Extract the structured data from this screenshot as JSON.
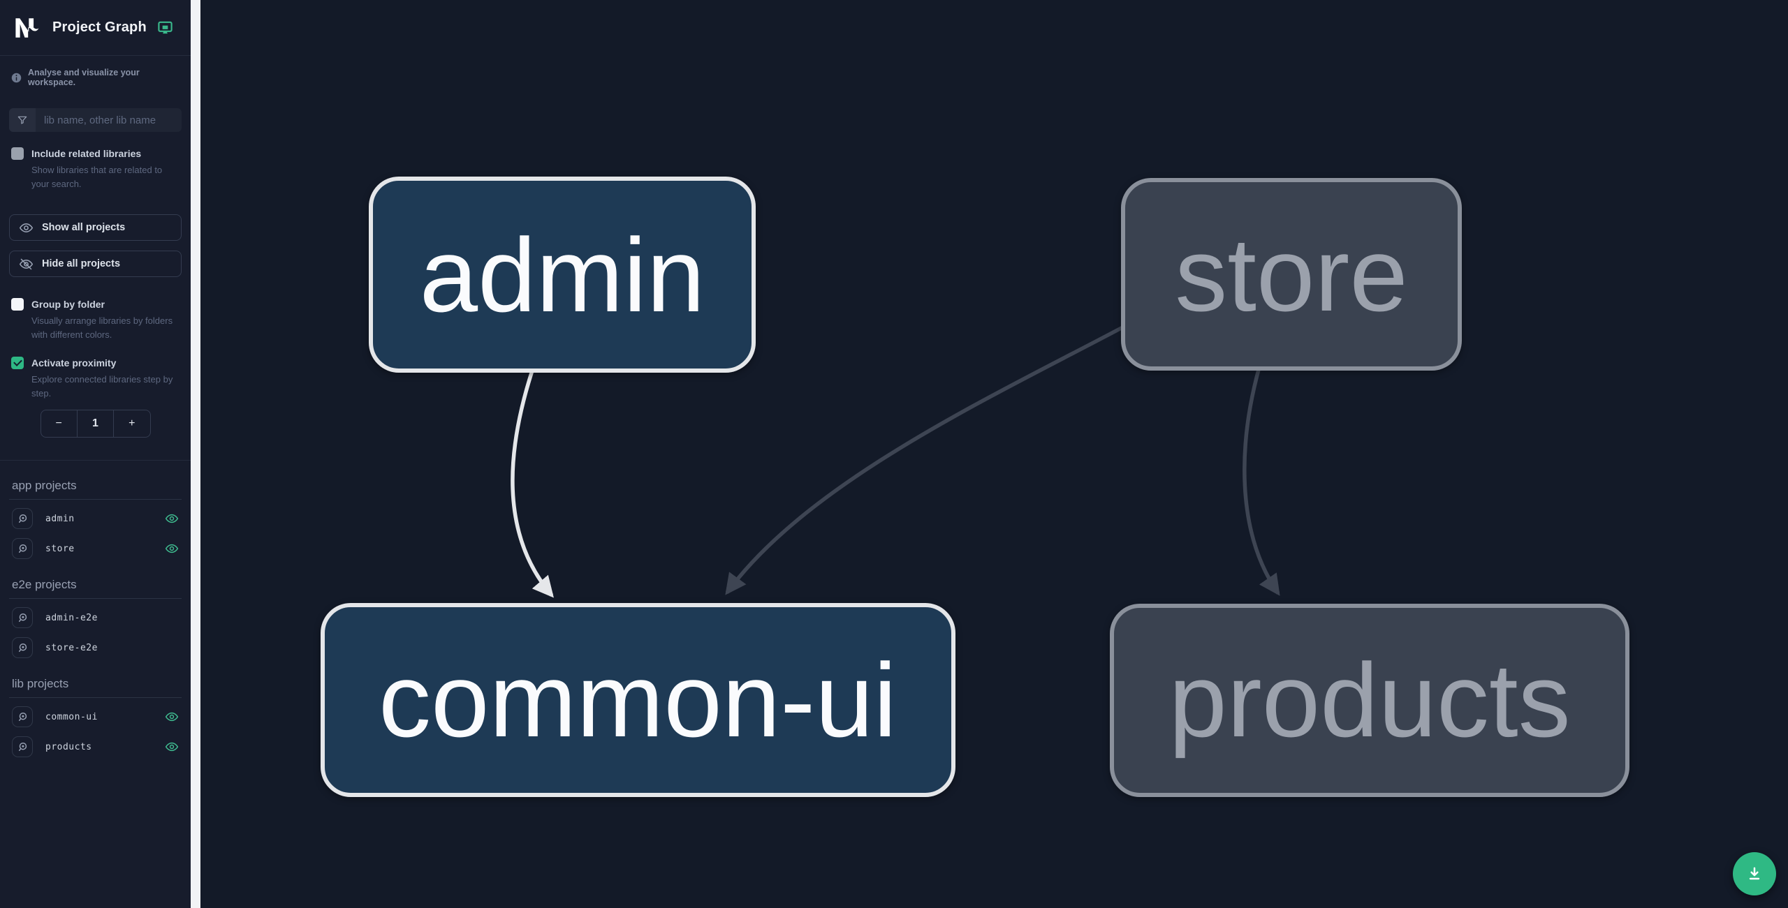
{
  "app": {
    "title": "Project Graph"
  },
  "sidebar": {
    "tagline": "Analyse and visualize your workspace.",
    "search": {
      "placeholder": "lib name, other lib name"
    },
    "toggles": {
      "related": {
        "label": "Include related libraries",
        "description": "Show libraries that are related to your search.",
        "checked": false
      },
      "group": {
        "label": "Group by folder",
        "description": "Visually arrange libraries by folders with different colors.",
        "checked": false
      },
      "proximity": {
        "label": "Activate proximity",
        "description": "Explore connected libraries step by step.",
        "checked": true
      }
    },
    "actions": {
      "show_all": "Show all projects",
      "hide_all": "Hide all projects"
    },
    "counter": {
      "decrement": "−",
      "value": "1",
      "increment": "+"
    },
    "sections": {
      "app": {
        "title": "app projects",
        "items": [
          {
            "name": "admin",
            "visible": true
          },
          {
            "name": "store",
            "visible": true
          }
        ]
      },
      "e2e": {
        "title": "e2e projects",
        "items": [
          {
            "name": "admin-e2e",
            "visible": false
          },
          {
            "name": "store-e2e",
            "visible": false
          }
        ]
      },
      "lib": {
        "title": "lib projects",
        "items": [
          {
            "name": "common-ui",
            "visible": true
          },
          {
            "name": "products",
            "visible": true
          }
        ]
      }
    }
  },
  "graph": {
    "nodes": [
      {
        "id": "admin",
        "label": "admin",
        "type": "app",
        "state": "highlighted"
      },
      {
        "id": "store",
        "label": "store",
        "type": "app",
        "state": "faded"
      },
      {
        "id": "common-ui",
        "label": "common-ui",
        "type": "lib",
        "state": "highlighted"
      },
      {
        "id": "products",
        "label": "products",
        "type": "lib",
        "state": "faded"
      }
    ],
    "edges": [
      {
        "source": "admin",
        "target": "common-ui",
        "state": "highlighted"
      },
      {
        "source": "store",
        "target": "common-ui",
        "state": "faded"
      },
      {
        "source": "store",
        "target": "products",
        "state": "faded"
      }
    ]
  },
  "colors": {
    "accent_green": "#2fb984",
    "node_highlight_fill": "#1e3a55",
    "node_highlight_border": "#e4e6e9",
    "node_faded_fill": "#3a4250",
    "node_faded_border": "#8a909b",
    "edge_highlight": "#e5e7ea",
    "edge_faded": "#3e4553",
    "canvas_bg": "#131a28",
    "sidebar_bg": "#171c2c"
  }
}
